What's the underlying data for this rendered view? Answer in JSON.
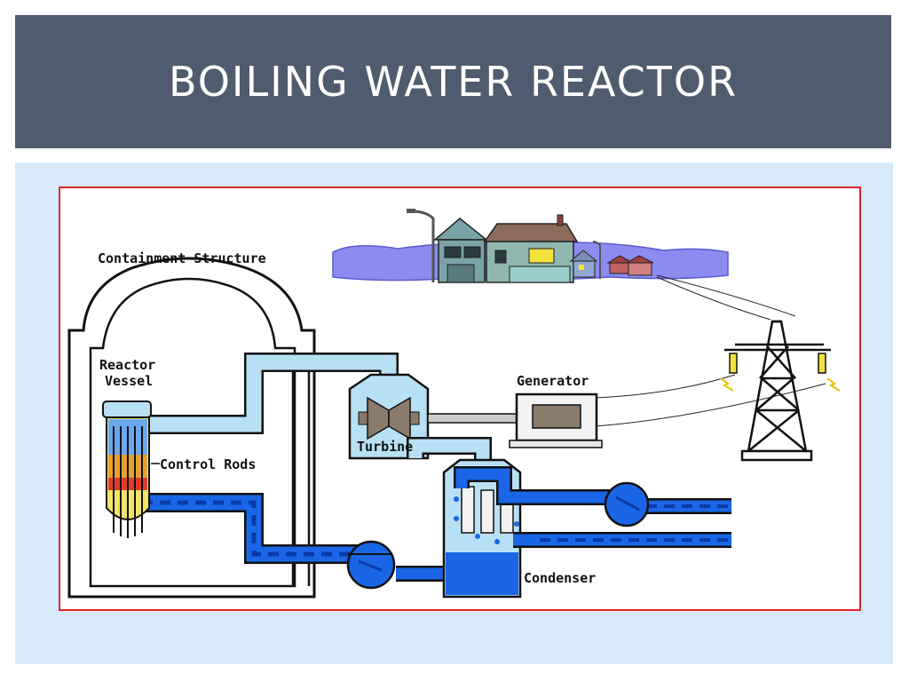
{
  "slide": {
    "title": "BOILING WATER REACTOR"
  },
  "diagram": {
    "labels": {
      "containment": "Containment Structure",
      "reactor_line1": "Reactor",
      "reactor_line2": "Vessel",
      "control_rods": "Control Rods",
      "turbine": "Turbine",
      "generator": "Generator",
      "condenser": "Condenser"
    },
    "colors": {
      "header_bg": "#4f5b6e",
      "panel_bg": "#d6eafa",
      "frame_border": "#e3242b",
      "water": "#1a66e6",
      "steam": "#b8e0f5",
      "hill": "#8c8cf0"
    }
  }
}
